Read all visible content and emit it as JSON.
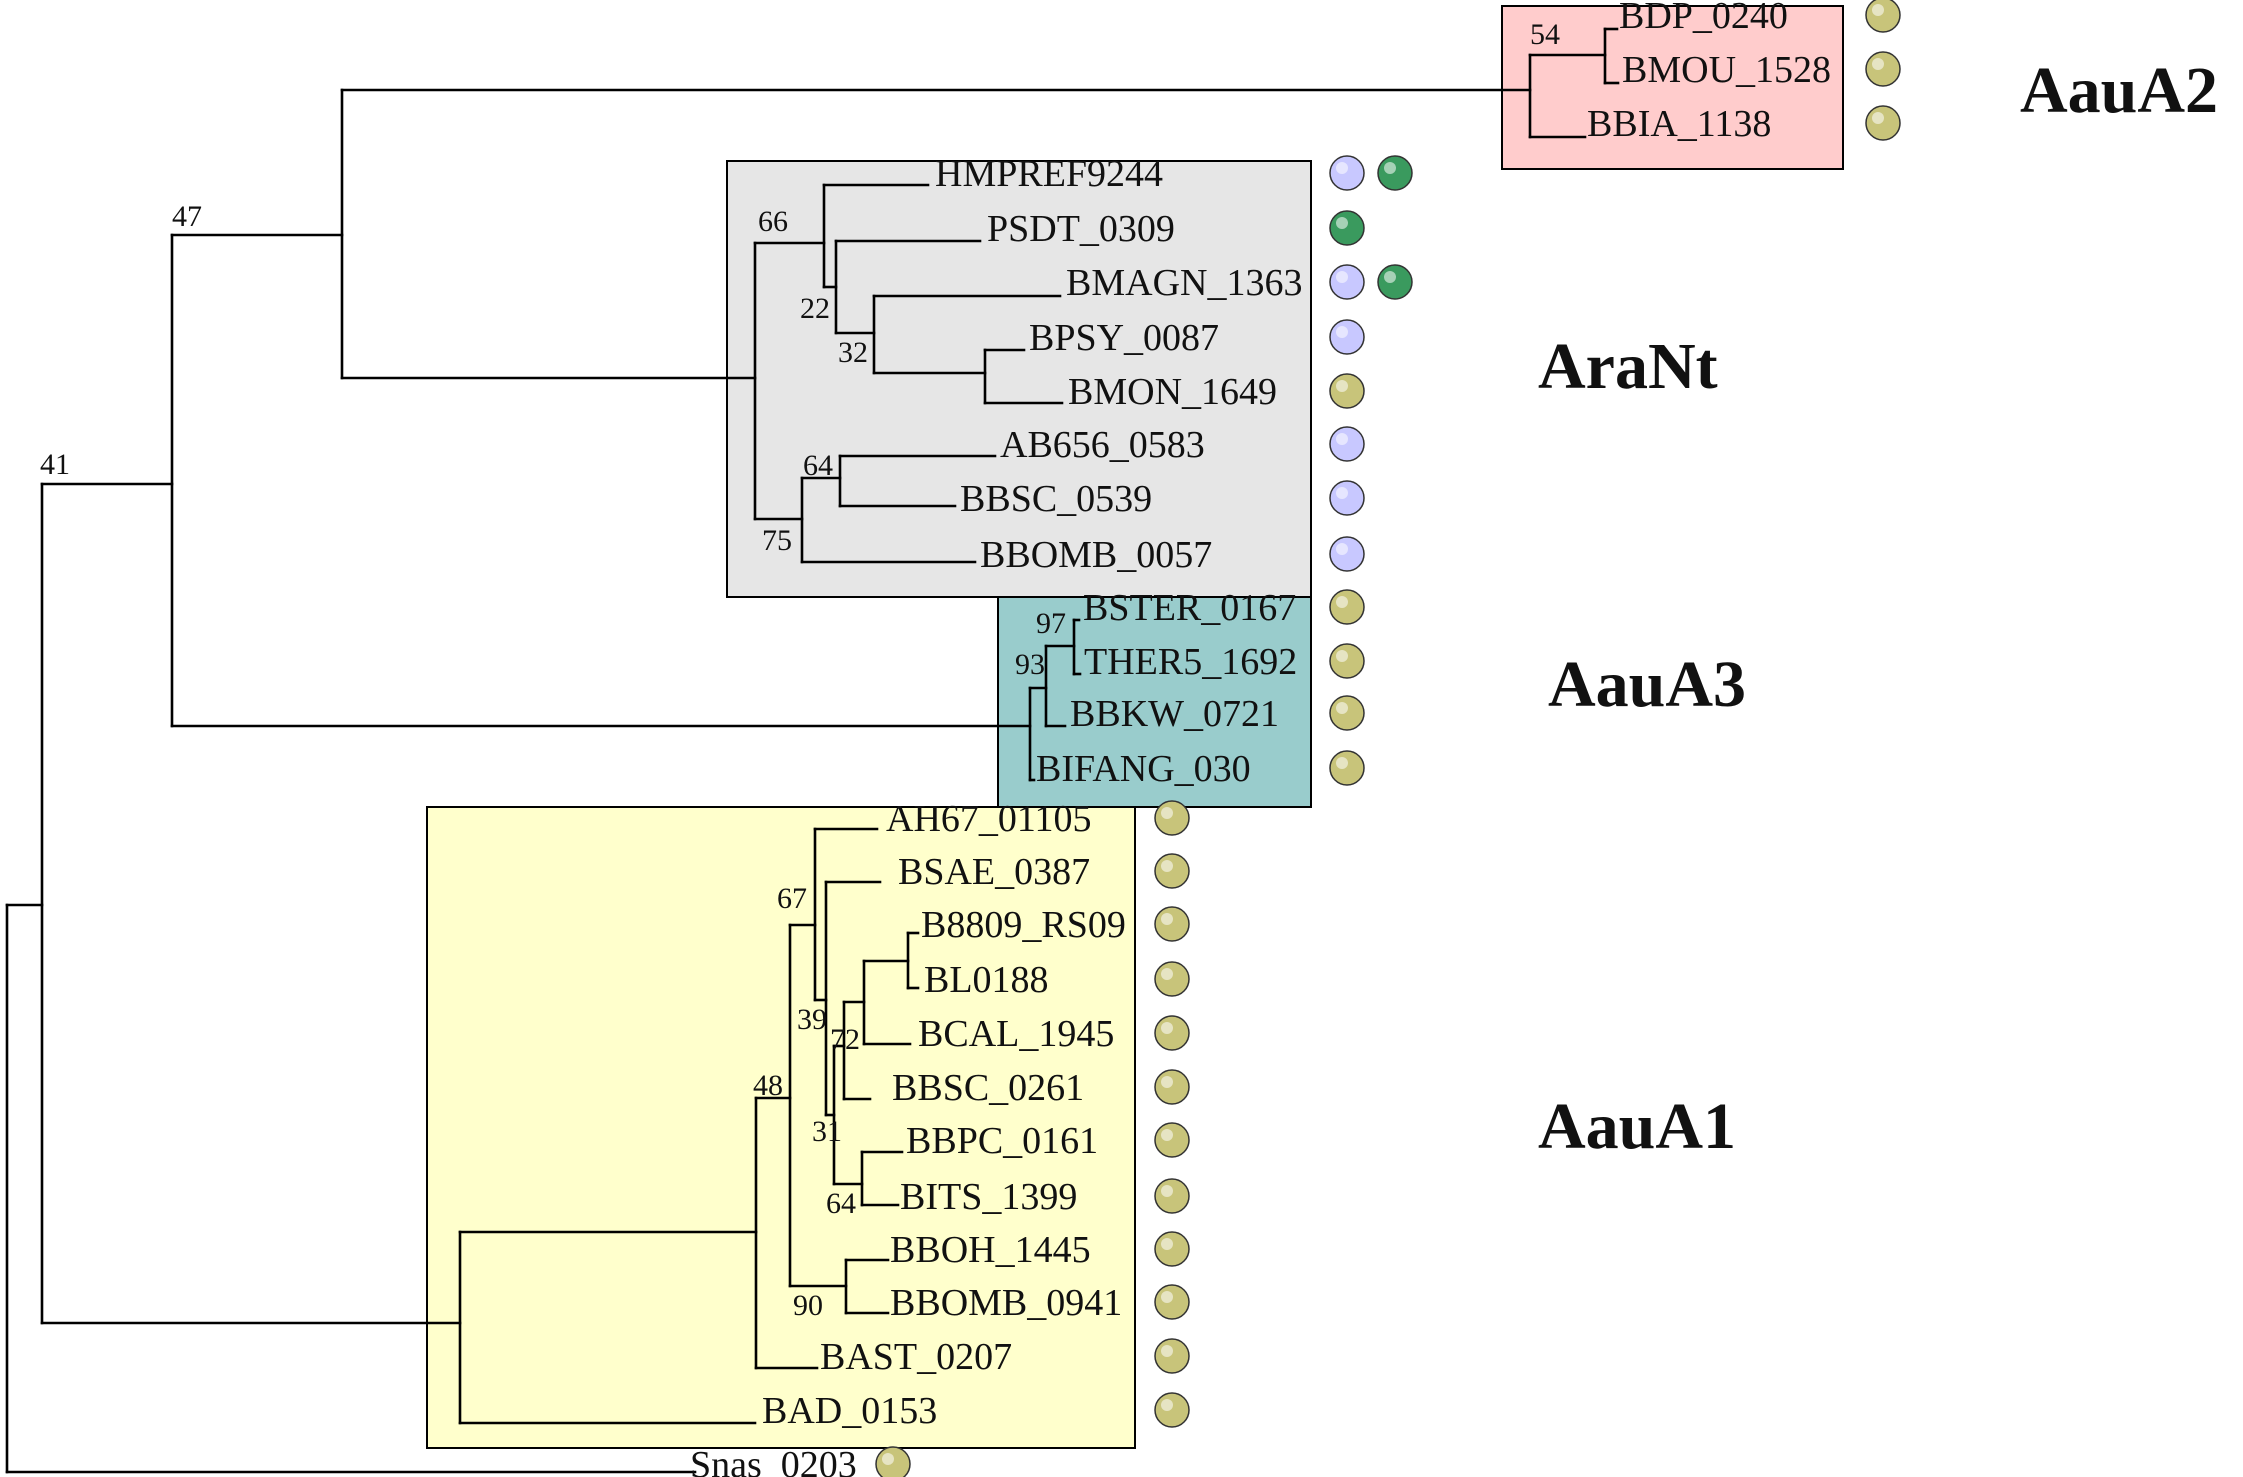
{
  "diagram": {
    "clades": [
      {
        "name": "AauA2",
        "fill": "#ffcccc"
      },
      {
        "name": "AraNt",
        "fill": "#e6e6e6"
      },
      {
        "name": "AauA3",
        "fill": "#99cccc"
      },
      {
        "name": "AauA1",
        "fill": "#ffffcc"
      }
    ],
    "marker_colors": {
      "olive": "#c8c47a",
      "purple": "#c8c8ff",
      "green": "#3a9a5e"
    },
    "support_values": {
      "aaua2_root": "54",
      "upper_mid": "47",
      "root_inner": "41",
      "arant_top": "66",
      "arant_sub": "22",
      "arant_sub2": "32",
      "arant_low": "64",
      "arant_low2": "75",
      "aaua3_top": "97",
      "aaua3_mid": "93",
      "aaua1_a": "67",
      "aaua1_b": "39",
      "aaua1_c": "72",
      "aaua1_d": "48",
      "aaua1_e": "31",
      "aaua1_f": "64",
      "aaua1_g": "90"
    },
    "leaves": [
      {
        "label": "BDP_0240",
        "markers": [
          "olive"
        ]
      },
      {
        "label": "BMOU_1528",
        "markers": [
          "olive"
        ]
      },
      {
        "label": "BBIA_1138",
        "markers": [
          "olive"
        ]
      },
      {
        "label": "HMPREF9244",
        "markers": [
          "purple",
          "green"
        ]
      },
      {
        "label": "PSDT_0309",
        "markers": [
          "green"
        ]
      },
      {
        "label": "BMAGN_1363",
        "markers": [
          "purple",
          "green"
        ]
      },
      {
        "label": "BPSY_0087",
        "markers": [
          "purple"
        ]
      },
      {
        "label": "BMON_1649",
        "markers": [
          "olive"
        ]
      },
      {
        "label": "AB656_0583",
        "markers": [
          "purple"
        ]
      },
      {
        "label": "BBSC_0539",
        "markers": [
          "purple"
        ]
      },
      {
        "label": "BBOMB_0057",
        "markers": [
          "purple"
        ]
      },
      {
        "label": "BSTER_0167",
        "markers": [
          "olive"
        ]
      },
      {
        "label": "THER5_1692",
        "markers": [
          "olive"
        ]
      },
      {
        "label": "BBKW_0721",
        "markers": [
          "olive"
        ]
      },
      {
        "label": "BIFANG_030",
        "markers": [
          "olive"
        ]
      },
      {
        "label": "AH67_01105",
        "markers": [
          "olive"
        ]
      },
      {
        "label": "BSAE_0387",
        "markers": [
          "olive"
        ]
      },
      {
        "label": "B8809_RS09",
        "markers": [
          "olive"
        ]
      },
      {
        "label": "BL0188",
        "markers": [
          "olive"
        ]
      },
      {
        "label": "BCAL_1945",
        "markers": [
          "olive"
        ]
      },
      {
        "label": "BBSC_0261",
        "markers": [
          "olive"
        ]
      },
      {
        "label": "BBPC_0161",
        "markers": [
          "olive"
        ]
      },
      {
        "label": "BITS_1399",
        "markers": [
          "olive"
        ]
      },
      {
        "label": "BBOH_1445",
        "markers": [
          "olive"
        ]
      },
      {
        "label": "BBOMB_0941",
        "markers": [
          "olive"
        ]
      },
      {
        "label": "BAST_0207",
        "markers": [
          "olive"
        ]
      },
      {
        "label": "BAD_0153",
        "markers": [
          "olive"
        ]
      },
      {
        "label": "Snas_0203",
        "markers": [
          "olive"
        ]
      }
    ]
  }
}
